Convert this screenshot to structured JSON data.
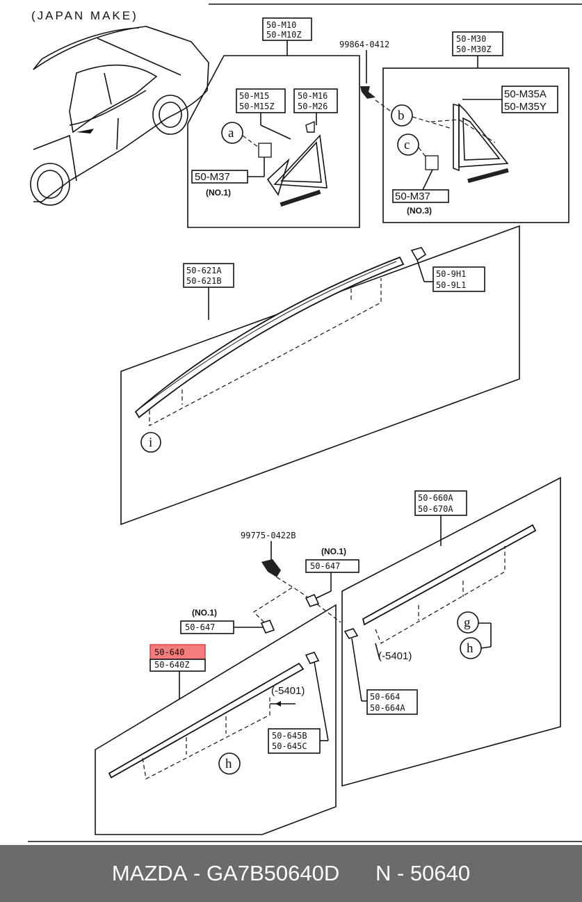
{
  "header_note": "(JAPAN MAKE)",
  "parts": {
    "m10": [
      "50-M10",
      "50-M10Z"
    ],
    "m15": [
      "50-M15",
      "50-M15Z"
    ],
    "m16": [
      "50-M16",
      "50-M26"
    ],
    "m37a": "50-M37",
    "no1_a": "(NO.1)",
    "screw1": "99864-0412",
    "m30": [
      "50-M30",
      "50-M30Z"
    ],
    "m35": [
      "50-M35A",
      "50-M35Y"
    ],
    "m37b": "50-M37",
    "no3": "(NO.3)",
    "p621": [
      "50-621A",
      "50-621B"
    ],
    "p9h": [
      "50-9H1",
      "50-9L1"
    ],
    "screw2": "99775-0422B",
    "no1_b": "(NO.1)",
    "p647a": "50-647",
    "no1_c": "(NO.1)",
    "p647b": "50-647",
    "p640": [
      "50-640",
      "50-640Z"
    ],
    "p5401a": "(-5401)",
    "p5401b": "(-5401)",
    "p645": [
      "50-645B",
      "50-645C"
    ],
    "p660": [
      "50-660A",
      "50-670A"
    ],
    "p664": [
      "50-664",
      "50-664A"
    ]
  },
  "callouts": {
    "a": "a",
    "b": "b",
    "c": "c",
    "i": "i",
    "g": "g",
    "h1": "h",
    "h2": "h"
  },
  "highlight_color": "#f05050",
  "footer": {
    "brand": "MAZDA",
    "part_number": "GA7B50640D",
    "sep1": " - ",
    "gap": "      ",
    "n_label": "N",
    "sep2": " - ",
    "n_value": "50640"
  }
}
